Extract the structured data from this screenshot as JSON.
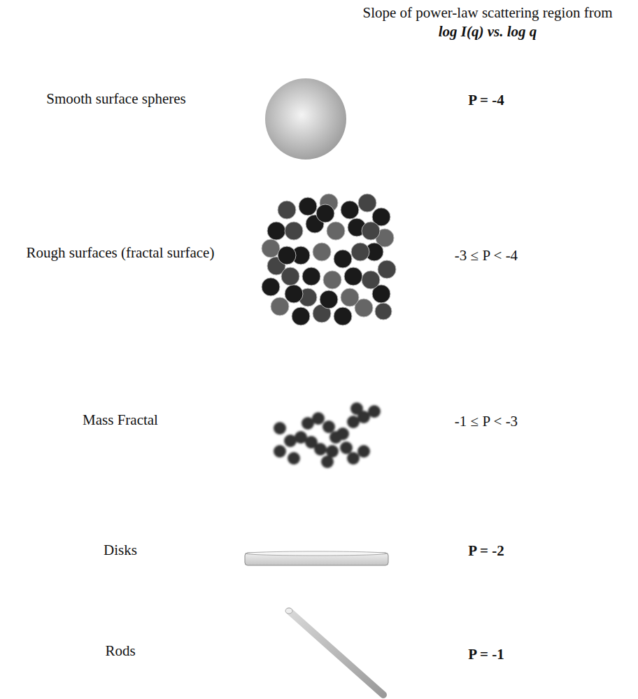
{
  "diagram": {
    "labels": [
      "Slope of power-law scattering region from",
      "log I(q) vs. log q",
      "Smooth surface spheres",
      "P = -4",
      "Rough surfaces (fractal surface)",
      "-3 ≤ P < -4",
      "Mass Fractal",
      "-1 ≤ P < -3",
      "Disks",
      "P = -2",
      "Rods",
      "P = -1"
    ]
  }
}
